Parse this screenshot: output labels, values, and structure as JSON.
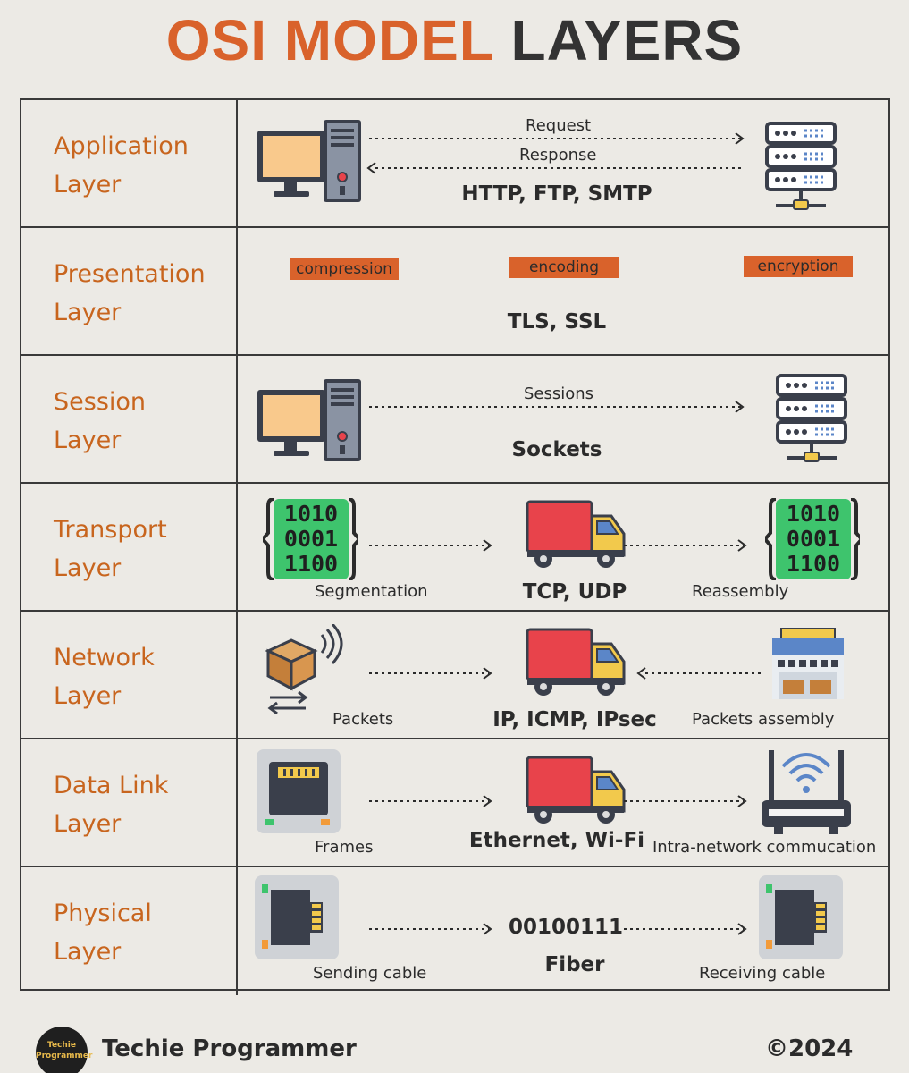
{
  "title": {
    "part1": "OSI MODEL",
    "part2": "LAYERS"
  },
  "layers": [
    {
      "name_line1": "Application",
      "name_line2": "Layer",
      "top_label": "Request",
      "bottom_label": "Response",
      "protocols": "HTTP, FTP, SMTP"
    },
    {
      "name_line1": "Presentation",
      "name_line2": "Layer",
      "chips": [
        "compression",
        "encoding",
        "encryption"
      ],
      "protocols": "TLS, SSL"
    },
    {
      "name_line1": "Session",
      "name_line2": "Layer",
      "top_label": "Sessions",
      "protocols": "Sockets"
    },
    {
      "name_line1": "Transport",
      "name_line2": "Layer",
      "binary": [
        "1010",
        "0001",
        "1100"
      ],
      "left_label": "Segmentation",
      "right_label": "Reassembly",
      "protocols": "TCP, UDP"
    },
    {
      "name_line1": "Network",
      "name_line2": "Layer",
      "left_label": "Packets",
      "right_label": "Packets assembly",
      "protocols": "IP, ICMP, IPsec"
    },
    {
      "name_line1": "Data Link",
      "name_line2": "Layer",
      "left_label": "Frames",
      "right_label": "Intra-network commucation",
      "protocols": "Ethernet, Wi-Fi"
    },
    {
      "name_line1": "Physical",
      "name_line2": "Layer",
      "left_label": "Sending cable",
      "right_label": "Receiving cable",
      "bits": "00100111",
      "protocols": "Fiber"
    }
  ],
  "footer": {
    "logo_line1": "Techie",
    "logo_line2": "Programmer",
    "brand": "Techie Programmer",
    "copyright": "©2024"
  },
  "colors": {
    "accent": "#d9622b",
    "label": "#c8651e",
    "background": "#eceae5",
    "binary_green": "#3ec46d",
    "truck_red": "#e8434b"
  }
}
